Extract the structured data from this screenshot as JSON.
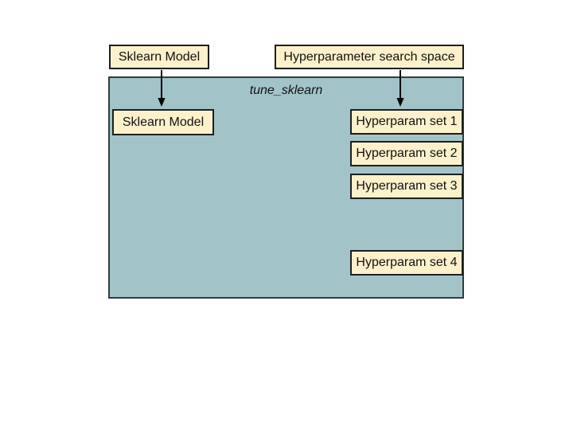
{
  "diagram": {
    "inputs": {
      "model": {
        "label": "Sklearn Model"
      },
      "search_space": {
        "label": "Hyperparameter search space"
      }
    },
    "container": {
      "title": "tune_sklearn",
      "model_box": {
        "label": "Sklearn Model"
      },
      "hyperparam_sets": [
        {
          "label": "Hyperparam set 1"
        },
        {
          "label": "Hyperparam set 2"
        },
        {
          "label": "Hyperparam set 3"
        },
        {
          "label": "Hyperparam set 4"
        }
      ]
    },
    "colors": {
      "page_bg": "#ffffff",
      "container_fill": "#a2c4c9",
      "container_border": "#333b3e",
      "box_fill": "#fdf1cb",
      "box_border": "#1e1e1e",
      "arrow": "#000000"
    }
  }
}
